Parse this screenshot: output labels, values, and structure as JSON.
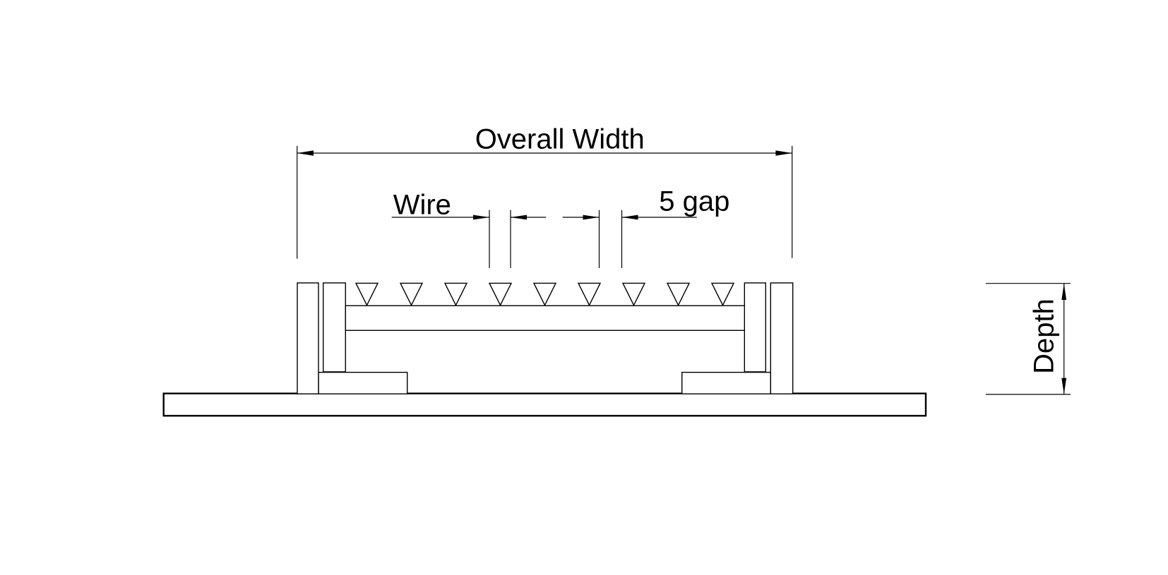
{
  "drawing": {
    "labels": {
      "overall_width": "Overall Width",
      "wire": "Wire",
      "gap": "5 gap",
      "depth": "Depth"
    },
    "wedge_wire_count": 9,
    "colors": {
      "line": "#000000",
      "background": "#ffffff"
    }
  }
}
